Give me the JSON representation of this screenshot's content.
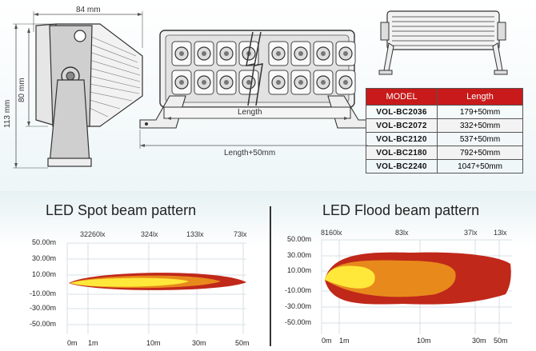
{
  "dimensions": {
    "width_label": "84 mm",
    "height_outer_label": "113 mm",
    "height_inner_label": "80 mm",
    "length_label": "Length",
    "length_total_label": "Length+50mm"
  },
  "model_table": {
    "header_model": "MODEL",
    "header_length": "Length",
    "rows": [
      {
        "model": "VOL-BC2036",
        "length": "179+50mm"
      },
      {
        "model": "VOL-BC2072",
        "length": "332+50mm"
      },
      {
        "model": "VOL-BC2120",
        "length": "537+50mm"
      },
      {
        "model": "VOL-BC2180",
        "length": "792+50mm"
      },
      {
        "model": "VOL-BC2240",
        "length": "1047+50mm"
      }
    ]
  },
  "spot": {
    "title": "LED Spot beam pattern",
    "lux": [
      "32260lx",
      "324lx",
      "133lx",
      "73lx"
    ],
    "yticks": [
      "50.00m",
      "30.00m",
      "10.00m",
      "-10.00m",
      "-30.00m",
      "-50.00m"
    ],
    "xticks": [
      "0m",
      "1m",
      "10m",
      "30m",
      "50m"
    ]
  },
  "flood": {
    "title": "LED Flood beam pattern",
    "lux": [
      "8160lx",
      "83lx",
      "37lx",
      "13lx"
    ],
    "yticks": [
      "50.00m",
      "30.00m",
      "10.00m",
      "-10.00m",
      "-30.00m",
      "-50.00m"
    ],
    "xticks": [
      "0m",
      "1m",
      "10m",
      "30m",
      "50m"
    ]
  },
  "colors": {
    "table_header": "#c81a1a",
    "beam_outer": "#c0281a",
    "beam_mid": "#e8891c",
    "beam_core": "#ffe83a"
  }
}
